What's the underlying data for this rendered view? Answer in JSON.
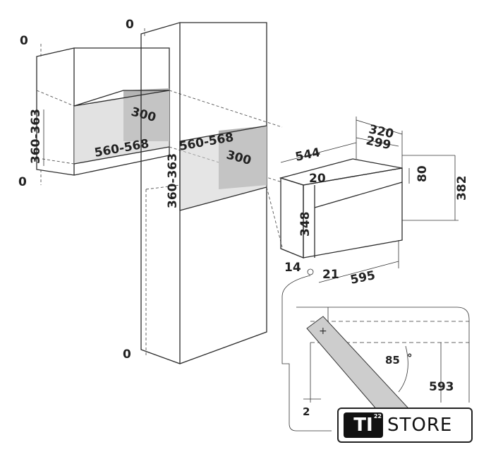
{
  "labels": {
    "upper_top_gap": "0",
    "tall_top_gap": "0",
    "upper_bottom_gap": "0",
    "tall_bottom_gap": "0",
    "upper_niche_height": "360-363",
    "upper_niche_depth": "300",
    "upper_niche_width": "560-568",
    "tall_niche_width": "560-568",
    "tall_niche_depth": "300",
    "tall_niche_height": "360-363",
    "oven_depth_body": "544",
    "oven_depth_total": "320",
    "oven_depth_inner": "299",
    "oven_top_offset": "20",
    "oven_panel_height": "80",
    "oven_total_height": "382",
    "oven_body_height": "348",
    "oven_bottom_offset": "14",
    "oven_front_thickness": "21",
    "oven_width": "595",
    "door_angle": "85",
    "degree_symbol": "°",
    "door_open_height": "593",
    "door_gap": "2"
  },
  "logo": {
    "main": "TI",
    "superscript": "22",
    "word": "STORE"
  }
}
